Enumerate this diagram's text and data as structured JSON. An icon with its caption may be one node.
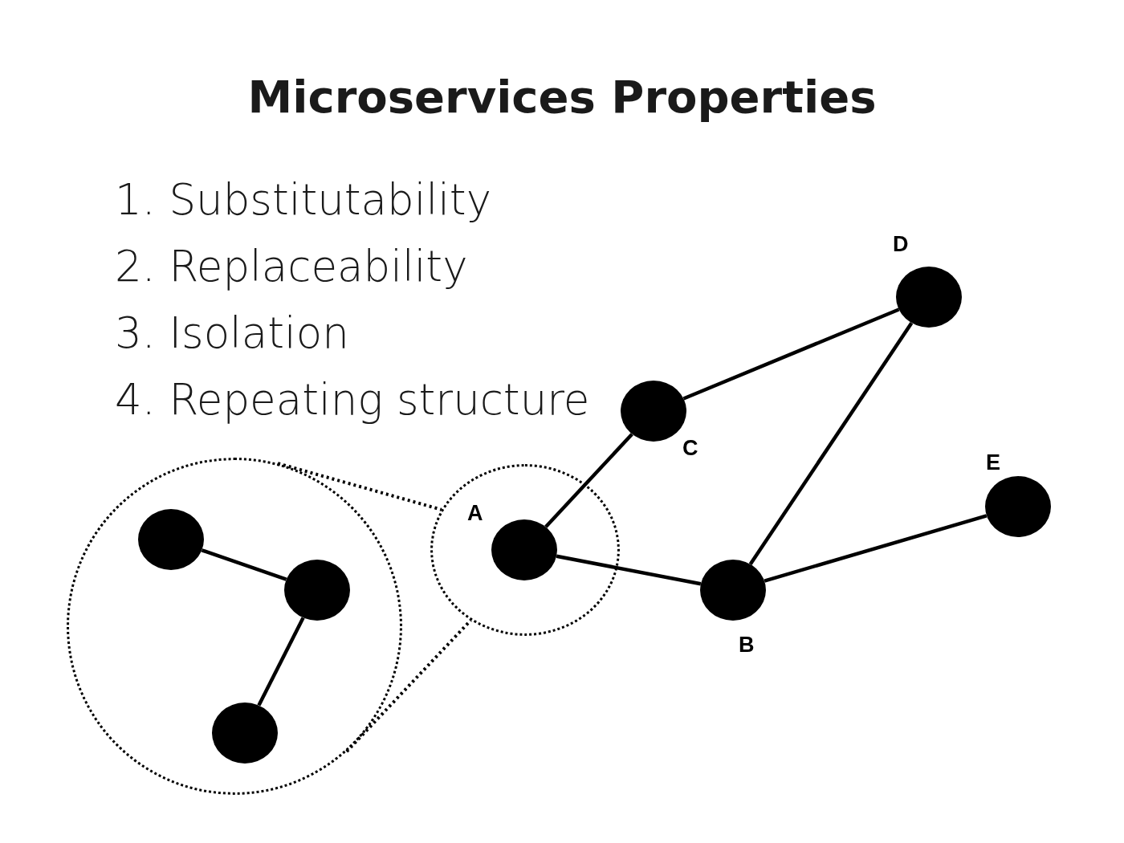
{
  "diagram": {
    "title": "Microservices Properties",
    "nodes": [
      {
        "text": [],
        "shape": "circle"
      },
      {
        "text": [],
        "shape": "circle",
        "in": 0
      },
      {
        "text": [],
        "shape": "circle",
        "in": 0
      },
      {
        "text": [],
        "shape": "circle",
        "in": 0
      },
      {
        "text": [],
        "shape": "circle"
      },
      {
        "text": [],
        "shape": "circle",
        "in": 4,
        "beside": [
          "A"
        ]
      },
      {
        "text": [],
        "shape": "circle",
        "beside": [
          "C"
        ]
      },
      {
        "text": [],
        "shape": "circle",
        "beside": [
          "D"
        ]
      },
      {
        "text": [],
        "shape": "circle",
        "beside": [
          "B"
        ]
      },
      {
        "text": [],
        "shape": "circle",
        "beside": [
          "E"
        ]
      }
    ],
    "edges": [
      {
        "from": 1,
        "to": 2,
        "arrow": "none"
      },
      {
        "from": 2,
        "to": 3,
        "arrow": "none"
      },
      {
        "from": 0,
        "to": 4,
        "arrow": "none",
        "style": "dashed"
      },
      {
        "from": 0,
        "to": 4,
        "arrow": "none",
        "style": "dashed"
      },
      {
        "from": 5,
        "to": 6,
        "arrow": "none"
      },
      {
        "from": 6,
        "to": 7,
        "arrow": "none"
      },
      {
        "from": 7,
        "to": 8,
        "arrow": "none"
      },
      {
        "from": 5,
        "to": 8,
        "arrow": "none"
      },
      {
        "from": 8,
        "to": 9,
        "arrow": "none"
      }
    ],
    "labels": [
      "1. Substitutability",
      "2. Replaceability",
      "3. Isolation",
      "4. Repeating structure"
    ]
  }
}
